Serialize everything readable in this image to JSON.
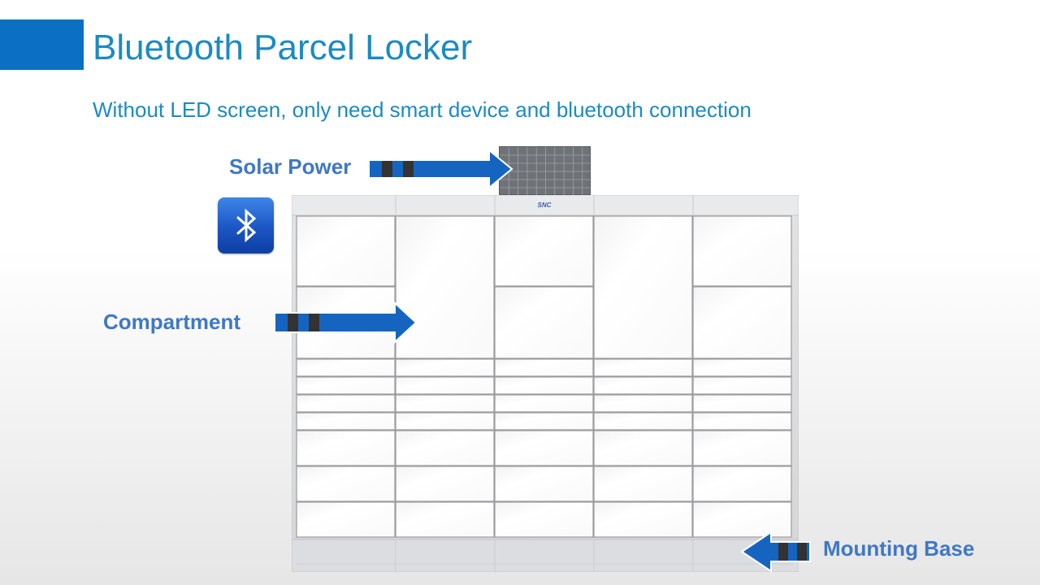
{
  "slide": {
    "title": "Bluetooth Parcel Locker",
    "subtitle": "Without LED screen, only need smart device and bluetooth connection"
  },
  "callouts": {
    "solar": "Solar Power",
    "compartment": "Compartment",
    "base": "Mounting Base"
  },
  "locker": {
    "brand": "SNC",
    "columns": 5
  },
  "icons": {
    "bluetooth": "bluetooth-icon",
    "arrow": "arrow-icon"
  },
  "colors": {
    "title": "#1a8bc2",
    "label": "#3f78c4",
    "accent": "#0b6fc4",
    "arrow": "#1565c0",
    "arrow_band": "#333333"
  }
}
